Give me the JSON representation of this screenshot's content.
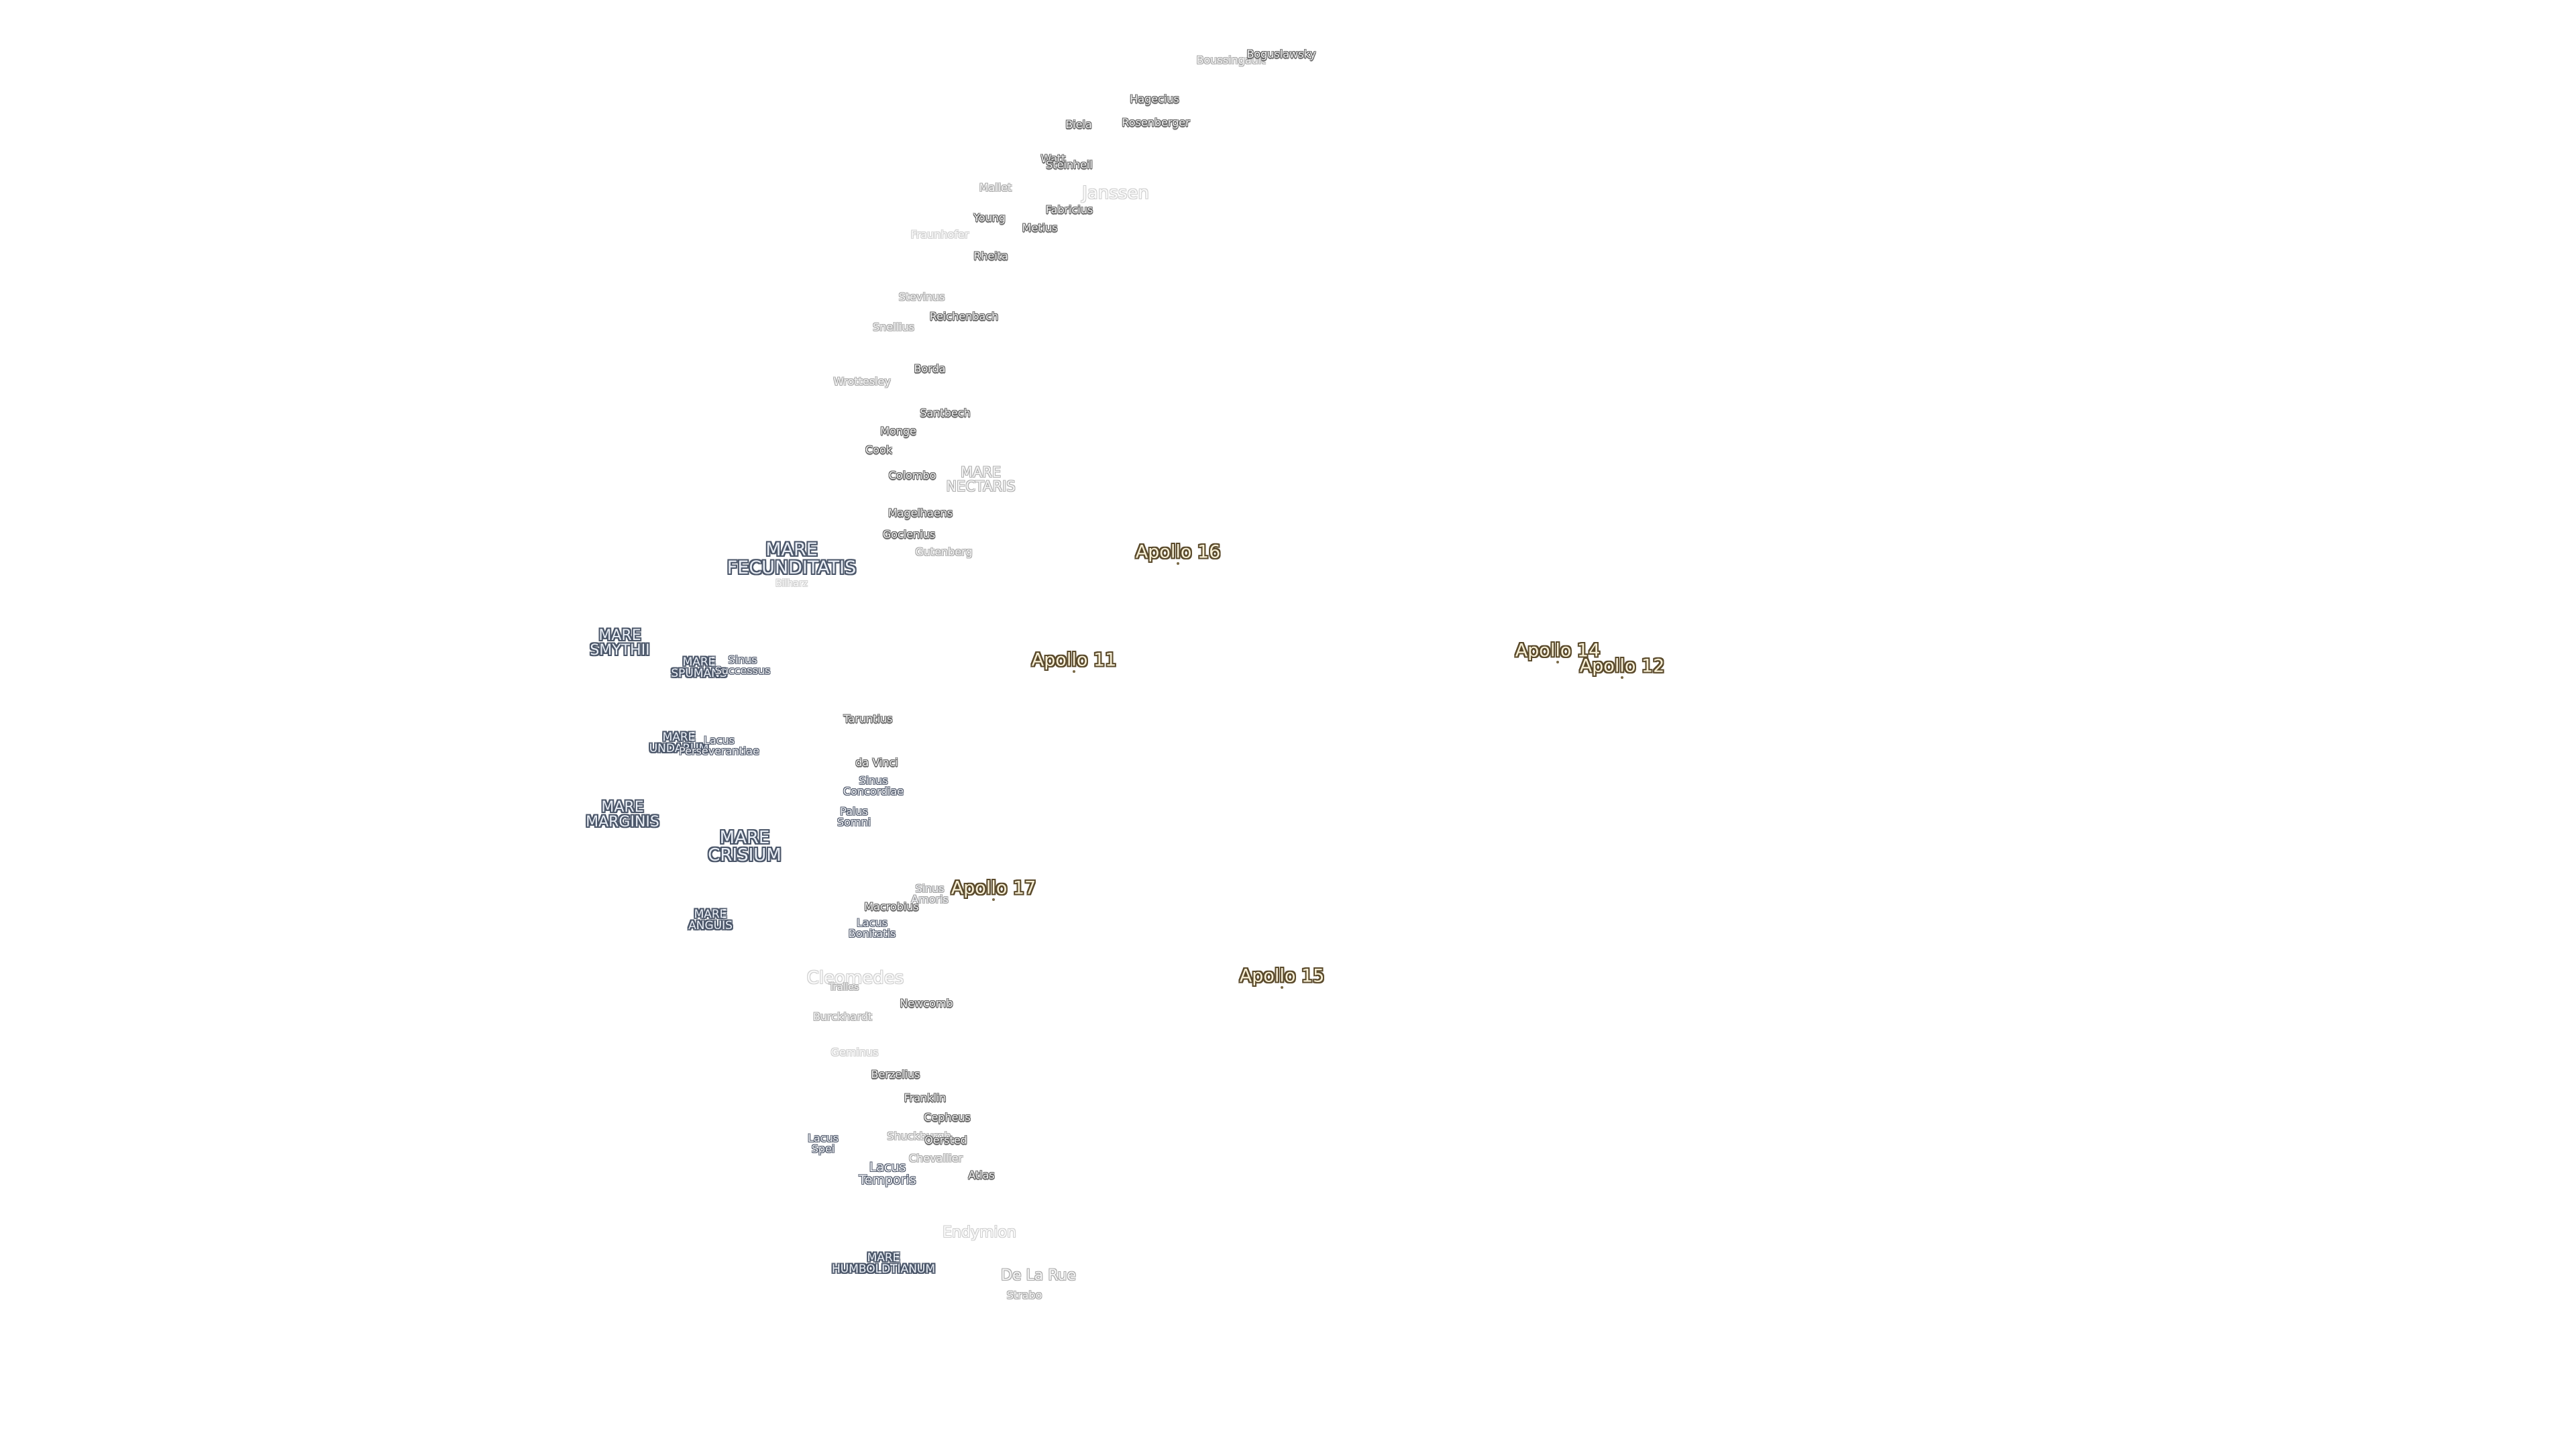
{
  "labels": {
    "boussingault": "Boussingault",
    "boguslawsky": "Boguslawsky",
    "hagecius": "Hagecius",
    "biela": "Biela",
    "rosenberger": "Rosenberger",
    "watt": "Watt",
    "steinheil": "Steinheil",
    "mallet": "Mallet",
    "janssen": "Janssen",
    "fabricius": "Fabricius",
    "young": "Young",
    "metius": "Metius",
    "fraunhofer": "Fraunhofer",
    "rheita": "Rheita",
    "stevinus": "Stevinus",
    "reichenbach": "Reichenbach",
    "snellius": "Snellius",
    "borda": "Borda",
    "wrottesley": "Wrottesley",
    "santbech": "Santbech",
    "monge": "Monge",
    "cook": "Cook",
    "colombo": "Colombo",
    "mare_nectaris_1": "MARE",
    "mare_nectaris_2": "NECTARIS",
    "magelhaens": "Magelhaens",
    "goclenius": "Goclenius",
    "gutenberg": "Gutenberg",
    "mare_fecunditatis_1": "MARE",
    "mare_fecunditatis_2": "FECUNDITATIS",
    "bilharz": "Bilharz",
    "mare_smythii_1": "MARE",
    "mare_smythii_2": "SMYTHII",
    "mare_spumans_1": "MARE",
    "mare_spumans_2": "SPUMANS",
    "sinus_successus_1": "Sinus",
    "sinus_successus_2": "Successus",
    "taruntius": "Taruntius",
    "mare_undarum_1": "MARE",
    "mare_undarum_2": "UNDARUM",
    "lacus_perseverantiae_1": "Lacus",
    "lacus_perseverantiae_2": "Perseverantiae",
    "da_vinci": "da Vinci",
    "sinus_concordiae_1": "Sinus",
    "sinus_concordiae_2": "Concordiae",
    "mare_marginis_1": "MARE",
    "mare_marginis_2": "MARGINIS",
    "palus_somni_1": "Palus",
    "palus_somni_2": "Somni",
    "mare_crisium_1": "MARE",
    "mare_crisium_2": "CRISIUM",
    "sinus_amoris_1": "Sinus",
    "sinus_amoris_2": "Amoris",
    "macrobius": "Macrobius",
    "mare_anguis_1": "MARE",
    "mare_anguis_2": "ANGUIS",
    "lacus_bonitatis_1": "Lacus",
    "lacus_bonitatis_2": "Bonitatis",
    "cleomedes": "Cleomedes",
    "tralles": "Tralles",
    "newcomb": "Newcomb",
    "burckhardt": "Burckhardt",
    "geminus": "Geminus",
    "berzelius": "Berzelius",
    "franklin": "Franklin",
    "cepheus": "Cepheus",
    "lacus_spei_1": "Lacus",
    "lacus_spei_2": "Spei",
    "shuckburgh": "Shuckburgh",
    "oersted": "Oersted",
    "chevallier": "Chevallier",
    "lacus_temporis_1": "Lacus",
    "lacus_temporis_2": "Temporis",
    "atlas": "Atlas",
    "endymion": "Endymion",
    "mare_humboldtianum_1": "MARE",
    "mare_humboldtianum_2": "HUMBOLDTIANUM",
    "de_la_rue": "De La Rue",
    "strabo": "Strabo"
  },
  "apollo": {
    "a11": "Apollo 11",
    "a12": "Apollo 12",
    "a14": "Apollo 14",
    "a15": "Apollo 15",
    "a16": "Apollo 16",
    "a17": "Apollo 17"
  },
  "colors": {
    "mare_halo": "#4b5669",
    "crater_halo": "#5c5c5c",
    "apollo_halo": "#5a4a2c",
    "apollo_text": "#f7efd5"
  }
}
